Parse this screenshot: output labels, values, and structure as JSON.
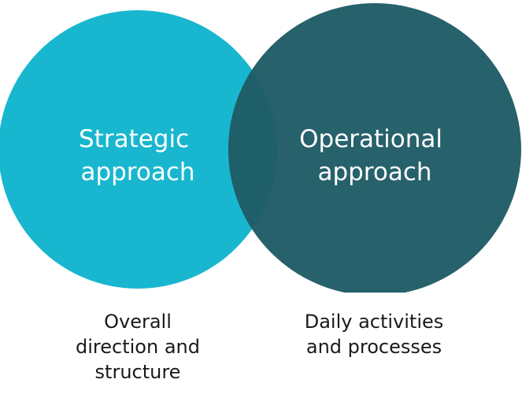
{
  "colors": {
    "strategic_circle": "#18b7cf",
    "operational_circle": "#27616b",
    "overlap": "#1f5f69",
    "caption_text": "#1a1a1a",
    "label_text": "#ffffff"
  },
  "circles": {
    "strategic": {
      "label_lines": [
        "Strategic",
        "approach"
      ]
    },
    "operational": {
      "label_lines": [
        "Operational",
        "approach"
      ]
    }
  },
  "captions": {
    "strategic": [
      "Overall",
      "direction and",
      "structure"
    ],
    "operational": [
      "Daily activities",
      "and processes"
    ]
  }
}
